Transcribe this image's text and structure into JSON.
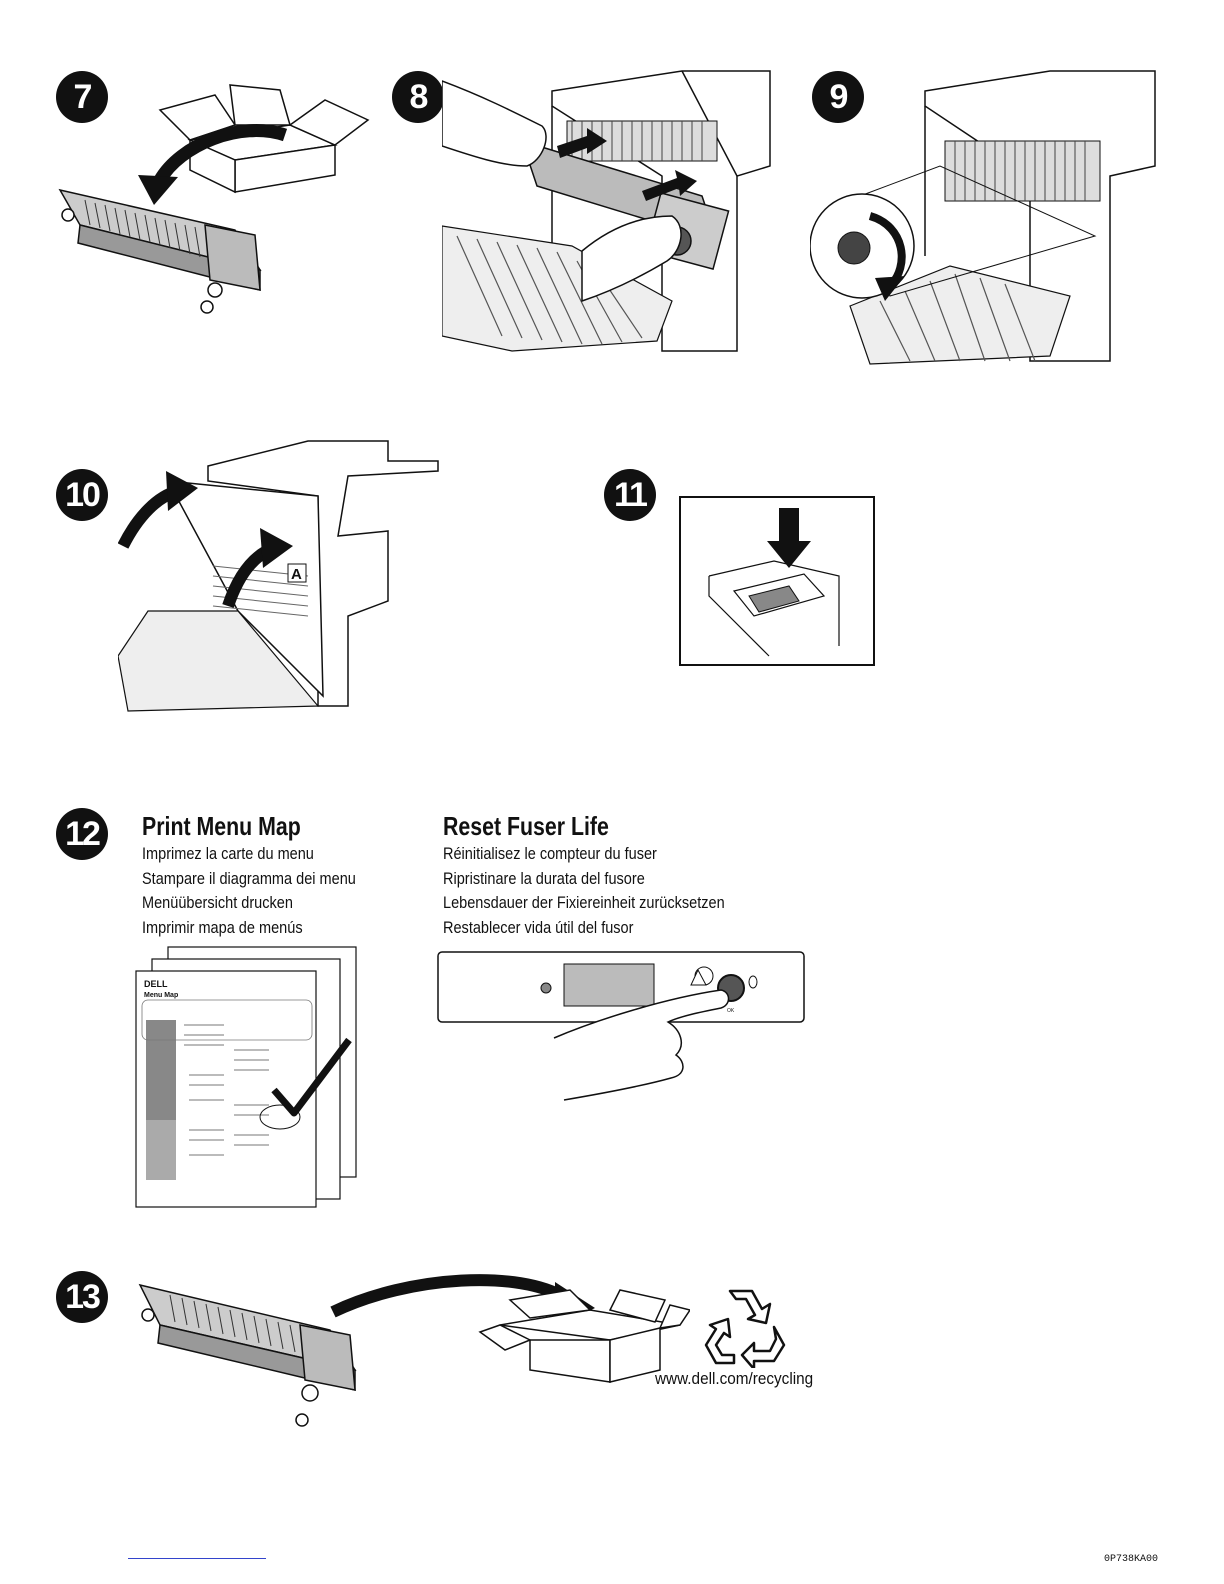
{
  "steps": [
    {
      "number": "7"
    },
    {
      "number": "8"
    },
    {
      "number": "9"
    },
    {
      "number": "10"
    },
    {
      "number": "11"
    },
    {
      "number": "12"
    },
    {
      "number": "13"
    }
  ],
  "print_menu_map": {
    "title": "Print Menu Map",
    "translations": [
      "Imprimez la carte du menu",
      "Stampare il diagramma dei menu",
      "Menüübersicht drucken",
      "Imprimir mapa de menús"
    ],
    "doc_brand": "DELL",
    "doc_heading": "Menu Map"
  },
  "reset_fuser_life": {
    "title": "Reset Fuser Life",
    "translations": [
      "Réinitialisez le compteur du fuser",
      "Ripristinare la durata del fusore",
      "Lebensdauer der Fixiereinheit zurücksetzen",
      "Restablecer vida útil del fusor"
    ],
    "ok_label": "OK"
  },
  "recycling": {
    "url": "www.dell.com/recycling"
  },
  "door_label": "A",
  "document_code": "0P738KA00",
  "icons": {
    "recycle": "recycle-icon",
    "check": "checkmark-icon",
    "arrow": "curved-arrow-icon"
  }
}
